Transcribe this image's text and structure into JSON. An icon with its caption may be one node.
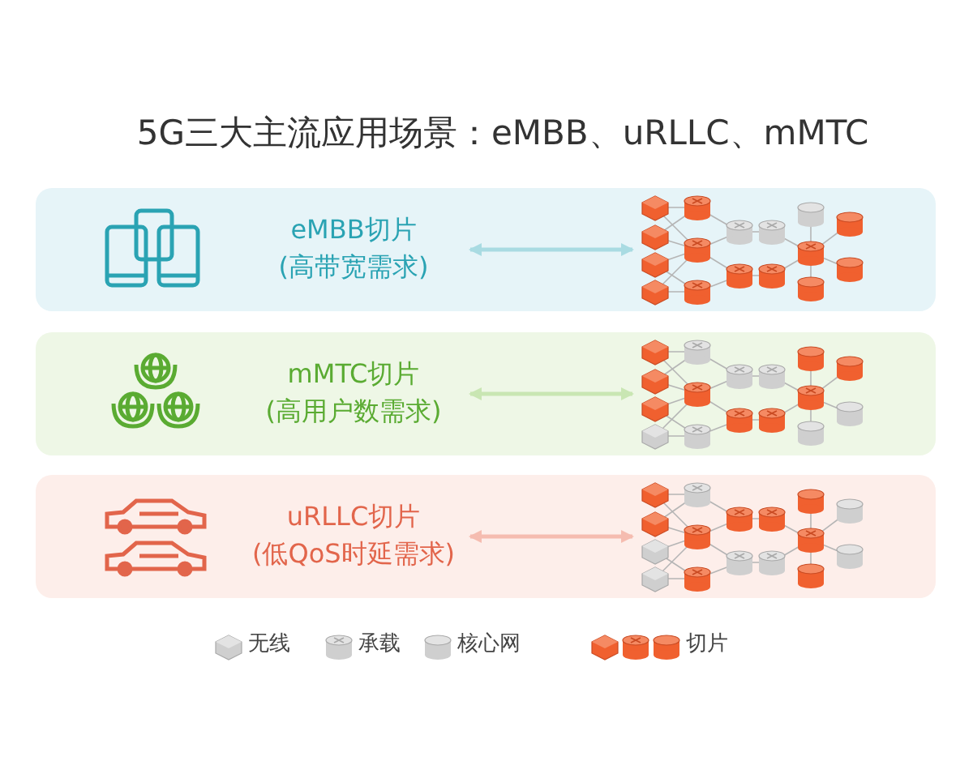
{
  "diagram": {
    "title": "5G三大主流应用场景：eMBB、uRLLC、mMTC",
    "nodes": [
      {
        "text": [],
        "shape": "box"
      },
      {
        "text": [],
        "shape": "picture",
        "in": 0
      },
      {
        "text": [
          "eMBB切片 (高带宽需求)"
        ],
        "in": 0
      },
      {
        "text": [],
        "shape": "picture",
        "in": 0
      },
      {
        "text": [],
        "shape": "box"
      },
      {
        "text": [],
        "shape": "picture",
        "in": 4
      },
      {
        "text": [
          "mMTC切片 (高用户数需求)"
        ],
        "in": 4
      },
      {
        "text": [],
        "shape": "picture",
        "in": 4
      },
      {
        "text": [],
        "shape": "box"
      },
      {
        "text": [],
        "shape": "picture",
        "in": 8
      },
      {
        "text": [
          "uRLLC切片 (低QoS时延需求)"
        ],
        "in": 8
      },
      {
        "text": [],
        "shape": "picture",
        "in": 8
      }
    ],
    "edges": [
      {
        "from": 2,
        "to": 3,
        "arrow": "both",
        "color": "#a9dbe2"
      },
      {
        "from": 6,
        "to": 7,
        "arrow": "both",
        "color": "#c9e6b3"
      },
      {
        "from": 10,
        "to": 11,
        "arrow": "both",
        "color": "#f5bcb0"
      }
    ],
    "legend": [
      {
        "text": "无线"
      },
      {
        "text": "承载"
      },
      {
        "text": "核心网"
      },
      {
        "text": "切片"
      }
    ]
  }
}
